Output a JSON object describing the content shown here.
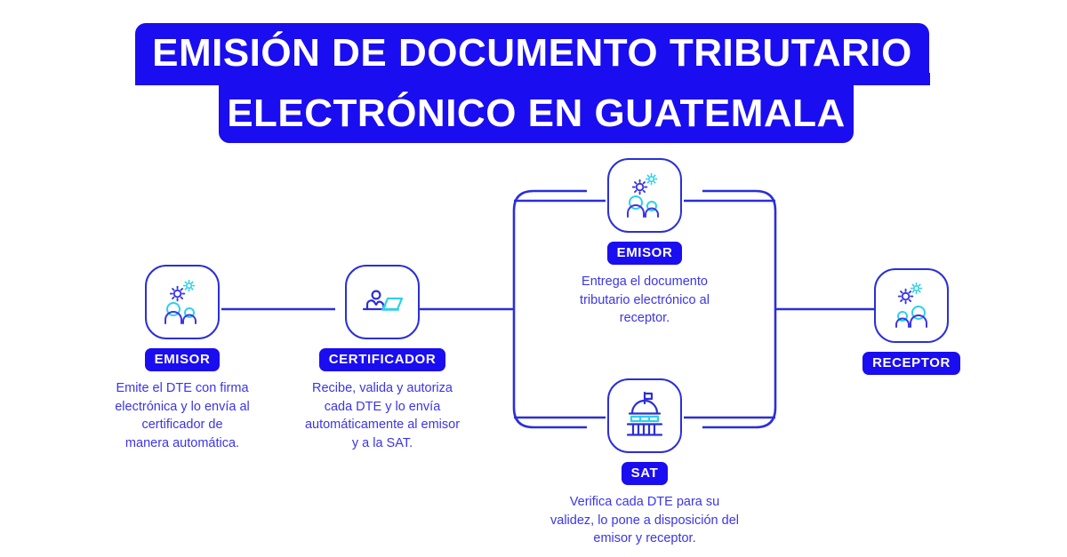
{
  "title": {
    "line1": "EMISIÓN DE DOCUMENTO TRIBUTARIO",
    "line2": "ELECTRÓNICO EN GUATEMALA"
  },
  "colors": {
    "brand_blue": "#1A0DF0",
    "stroke_blue": "#2B2FD8",
    "text_blue": "#3B35E8",
    "accent_cyan": "#2ED0E8",
    "background": "#FFFFFF"
  },
  "nodes": [
    {
      "id": "emisor-left",
      "icon": "people-gears-icon",
      "badge": "EMISOR",
      "description": "Emite el DTE con firma\nelectrónica y lo envía al\ncertificador de\nmanera automática."
    },
    {
      "id": "certificador",
      "icon": "person-laptop-icon",
      "badge": "CERTIFICADOR",
      "description": "Recibe, valida y autoriza\ncada DTE y lo envía\nautomáticamente al emisor\ny a la SAT."
    },
    {
      "id": "emisor-center",
      "icon": "people-gears-icon",
      "badge": "EMISOR",
      "description": "Entrega el documento\ntributario electrónico al\nreceptor."
    },
    {
      "id": "sat",
      "icon": "government-building-icon",
      "badge": "SAT",
      "description": "Verifica cada DTE para su\nvalidez, lo pone a disposición del\nemisor y receptor."
    },
    {
      "id": "receptor",
      "icon": "people-gears-icon",
      "badge": "RECEPTOR",
      "description": ""
    }
  ],
  "flow": {
    "description": "Flujo: Emisor → Certificador → (Emisor / SAT) → Receptor",
    "branch_style": "rounded-bracket"
  }
}
